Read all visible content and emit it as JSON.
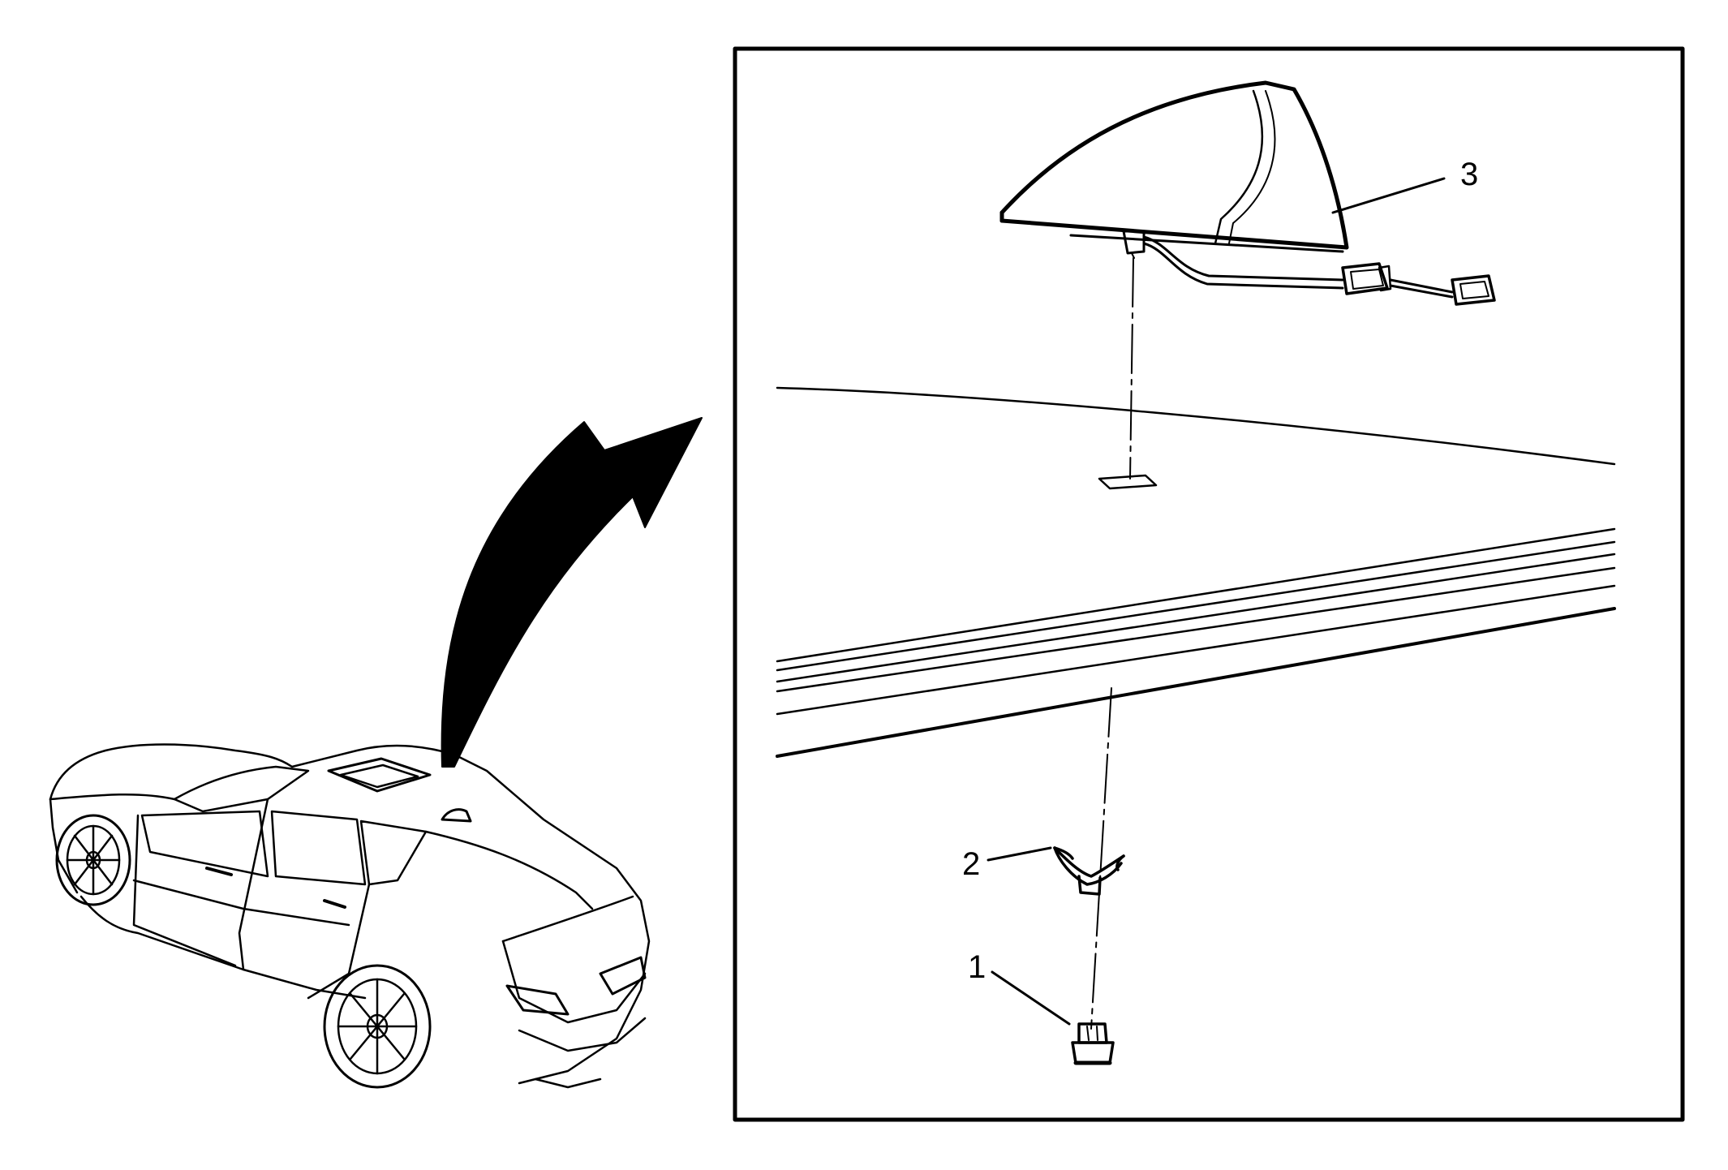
{
  "callouts": {
    "fastener_1": "1",
    "clip_2": "2",
    "antenna_3": "3"
  },
  "colors": {
    "line": "#000000",
    "background": "#ffffff"
  },
  "icons": {
    "arrow": "curved-arrow-icon",
    "vehicle": "sedan-vehicle-icon"
  }
}
